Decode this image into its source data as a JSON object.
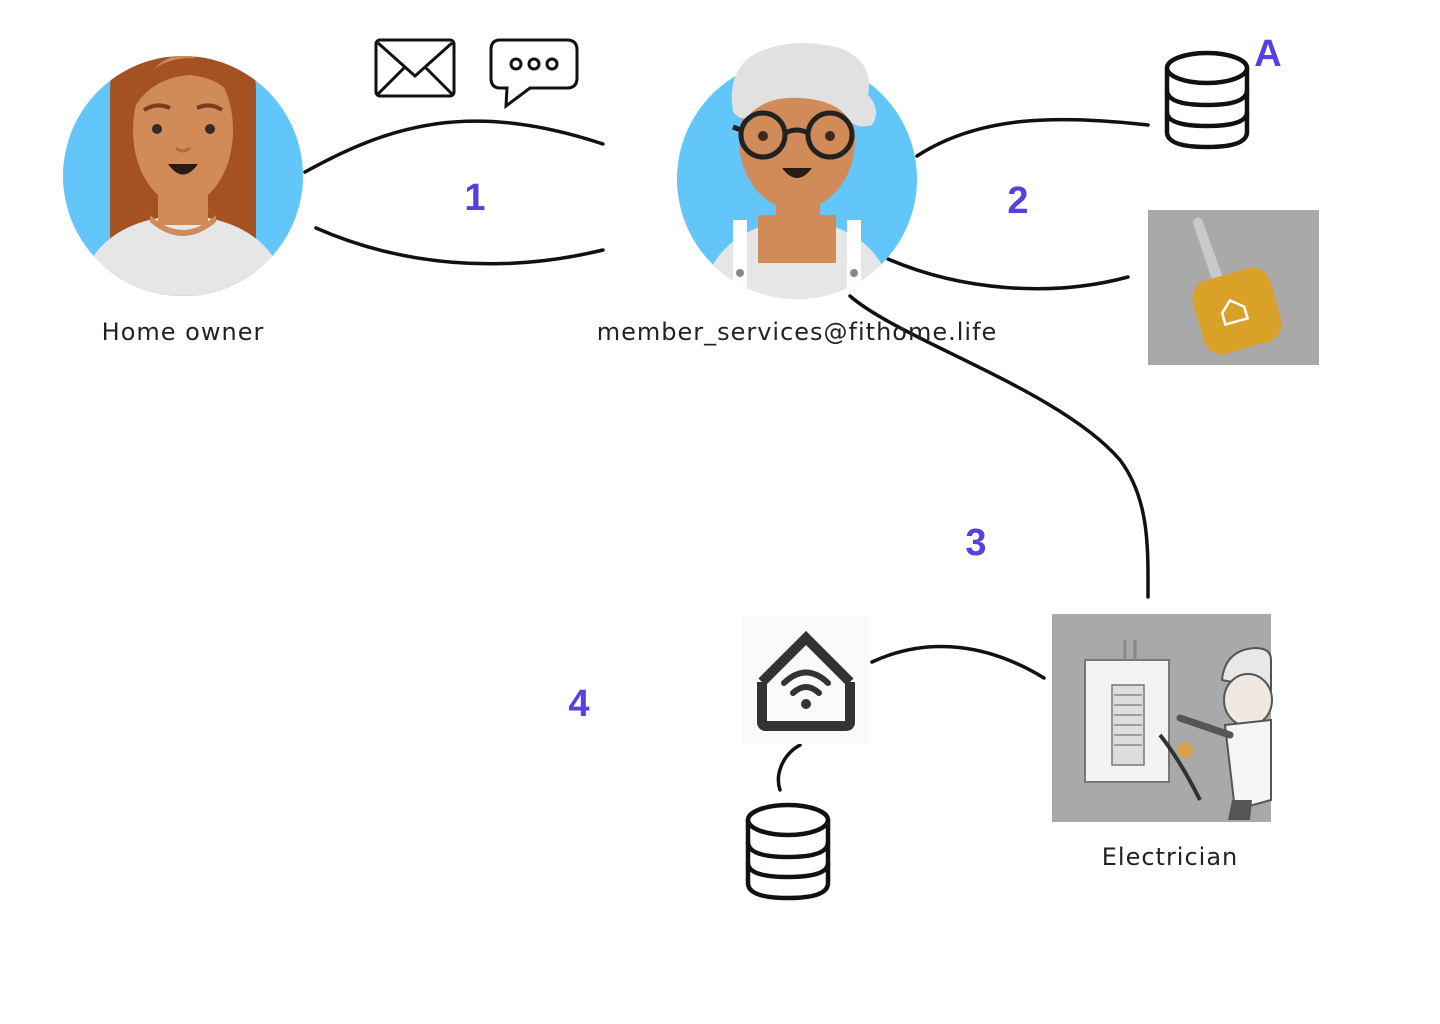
{
  "colors": {
    "accent": "#5640e0",
    "avatar_bg": "#62c6fb",
    "skin": "#d18b59",
    "hair_home_owner": "#a55223",
    "hair_agent": "#e1e1e1",
    "photo_bg": "#a9a9a9",
    "key_fob": "#d9a128",
    "line": "#111111"
  },
  "nodes": {
    "home_owner": {
      "label": "Home owner",
      "icon": "woman-avatar-icon"
    },
    "member_services": {
      "label": "member_services@fithome.life",
      "icon": "grandma-avatar-icon"
    },
    "database_a": {
      "icon": "database-icon",
      "tag": "A"
    },
    "key_fob": {
      "icon": "key-fob-photo"
    },
    "electrician": {
      "label": "Electrician",
      "icon": "electrician-photo"
    },
    "smart_home": {
      "icon": "smart-home-wifi-icon"
    },
    "home_database": {
      "icon": "database-icon"
    }
  },
  "channels": {
    "email": "envelope-icon",
    "chat": "chat-bubble-icon"
  },
  "steps": [
    "1",
    "2",
    "3",
    "4"
  ]
}
